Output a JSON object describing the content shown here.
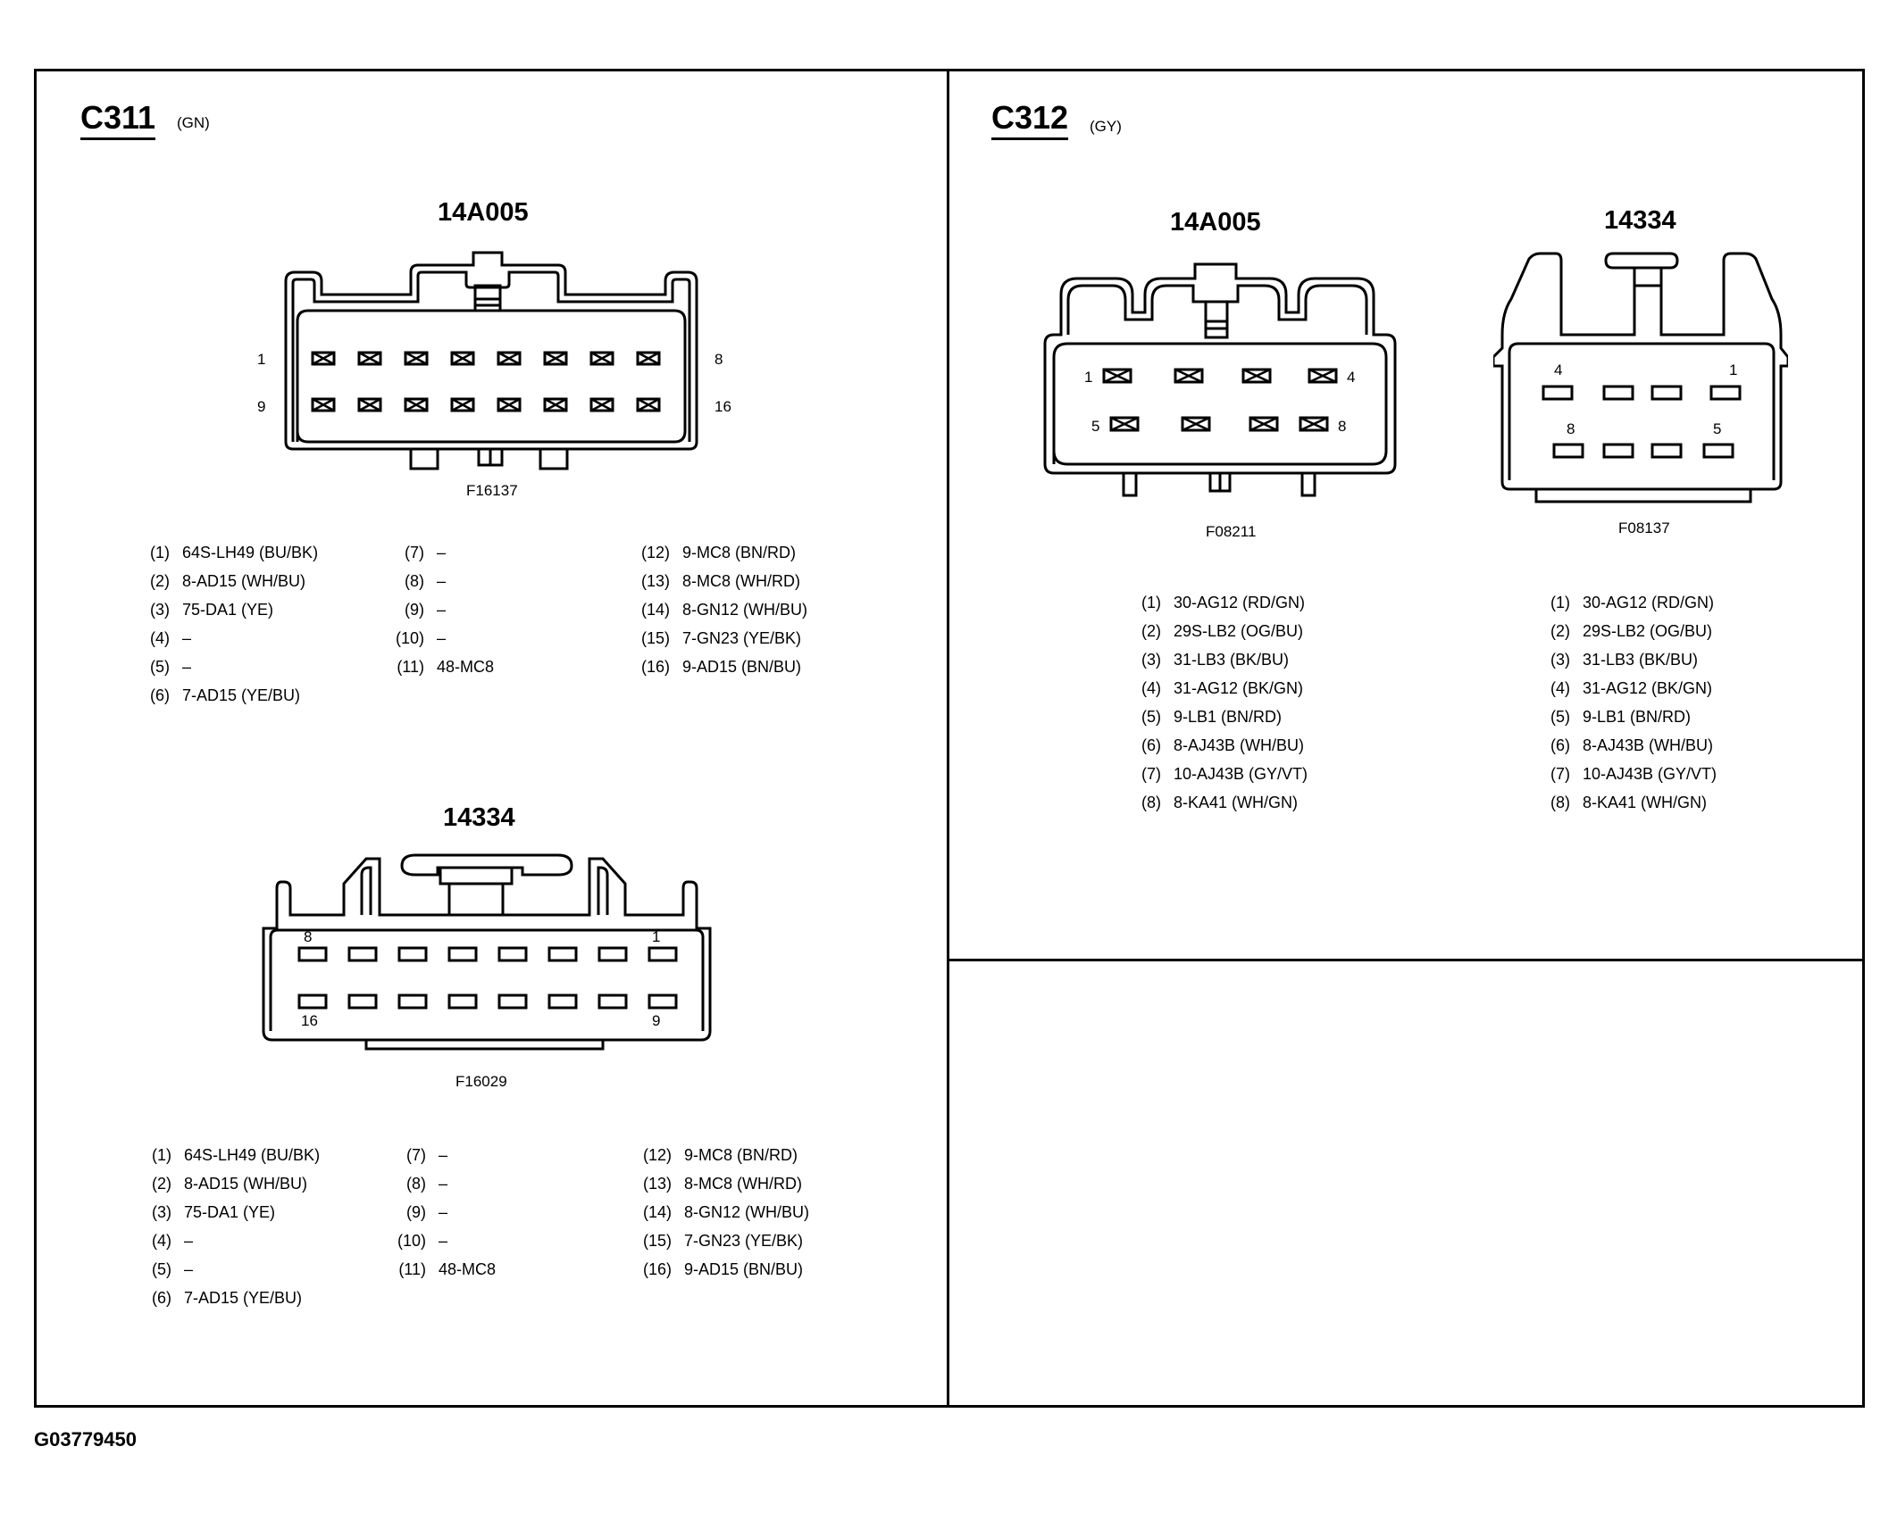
{
  "c311": {
    "id": "C311",
    "color": "(GN)",
    "top": {
      "part": "14A005",
      "figure": "F16137",
      "pin_labels": {
        "tl": "1",
        "tr": "8",
        "bl": "9",
        "br": "16"
      }
    },
    "bottom": {
      "part": "14334",
      "figure": "F16029",
      "pin_labels": {
        "tl": "8",
        "tr": "1",
        "bl": "16",
        "br": "9"
      }
    },
    "pins": [
      {
        "num": "(1)",
        "circuit": "64S-LH49 (BU/BK)"
      },
      {
        "num": "(2)",
        "circuit": "8-AD15 (WH/BU)"
      },
      {
        "num": "(3)",
        "circuit": "75-DA1 (YE)"
      },
      {
        "num": "(4)",
        "circuit": "–"
      },
      {
        "num": "(5)",
        "circuit": "–"
      },
      {
        "num": "(6)",
        "circuit": "7-AD15 (YE/BU)"
      },
      {
        "num": "(7)",
        "circuit": "–"
      },
      {
        "num": "(8)",
        "circuit": "–"
      },
      {
        "num": "(9)",
        "circuit": "–"
      },
      {
        "num": "(10)",
        "circuit": "–"
      },
      {
        "num": "(11)",
        "circuit": "48-MC8"
      },
      {
        "num": "(12)",
        "circuit": "9-MC8 (BN/RD)"
      },
      {
        "num": "(13)",
        "circuit": "8-MC8 (WH/RD)"
      },
      {
        "num": "(14)",
        "circuit": "8-GN12 (WH/BU)"
      },
      {
        "num": "(15)",
        "circuit": "7-GN23 (YE/BK)"
      },
      {
        "num": "(16)",
        "circuit": "9-AD15 (BN/BU)"
      }
    ]
  },
  "c312": {
    "id": "C312",
    "color": "(GY)",
    "left": {
      "part": "14A005",
      "figure": "F08211",
      "pin_labels": {
        "tl": "1",
        "tr": "4",
        "bl": "5",
        "br": "8"
      }
    },
    "right": {
      "part": "14334",
      "figure": "F08137",
      "pin_labels": {
        "tl": "4",
        "tr": "1",
        "bl": "8",
        "br": "5"
      }
    },
    "pins": [
      {
        "num": "(1)",
        "circuit": "30-AG12 (RD/GN)"
      },
      {
        "num": "(2)",
        "circuit": "29S-LB2 (OG/BU)"
      },
      {
        "num": "(3)",
        "circuit": "31-LB3 (BK/BU)"
      },
      {
        "num": "(4)",
        "circuit": "31-AG12 (BK/GN)"
      },
      {
        "num": "(5)",
        "circuit": "9-LB1 (BN/RD)"
      },
      {
        "num": "(6)",
        "circuit": "8-AJ43B (WH/BU)"
      },
      {
        "num": "(7)",
        "circuit": "10-AJ43B (GY/VT)"
      },
      {
        "num": "(8)",
        "circuit": "8-KA41 (WH/GN)"
      }
    ]
  },
  "graphic_id": "G03779450"
}
